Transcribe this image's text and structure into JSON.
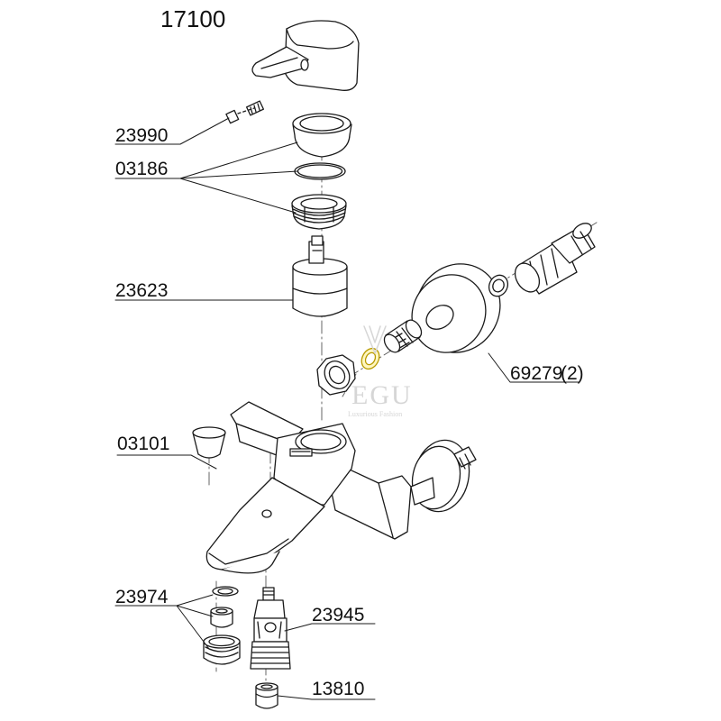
{
  "title": "17100",
  "callouts": [
    {
      "id": "handle",
      "number": "17100"
    },
    {
      "id": "screw",
      "number": "23990"
    },
    {
      "id": "cover-rings",
      "number": "03186"
    },
    {
      "id": "cartridge",
      "number": "23623"
    },
    {
      "id": "wall-connection",
      "number": "69279",
      "quantity": "(2)"
    },
    {
      "id": "plug",
      "number": "03101"
    },
    {
      "id": "aerator",
      "number": "23974"
    },
    {
      "id": "diverter",
      "number": "23945"
    },
    {
      "id": "diverter-insert",
      "number": "13810"
    }
  ],
  "watermark": {
    "brand": "EGU",
    "tagline": "Luxurious Fashion"
  },
  "colors": {
    "line": "#1a1a1a",
    "accent": "#e8c400",
    "watermark": "#d6d6d6"
  }
}
